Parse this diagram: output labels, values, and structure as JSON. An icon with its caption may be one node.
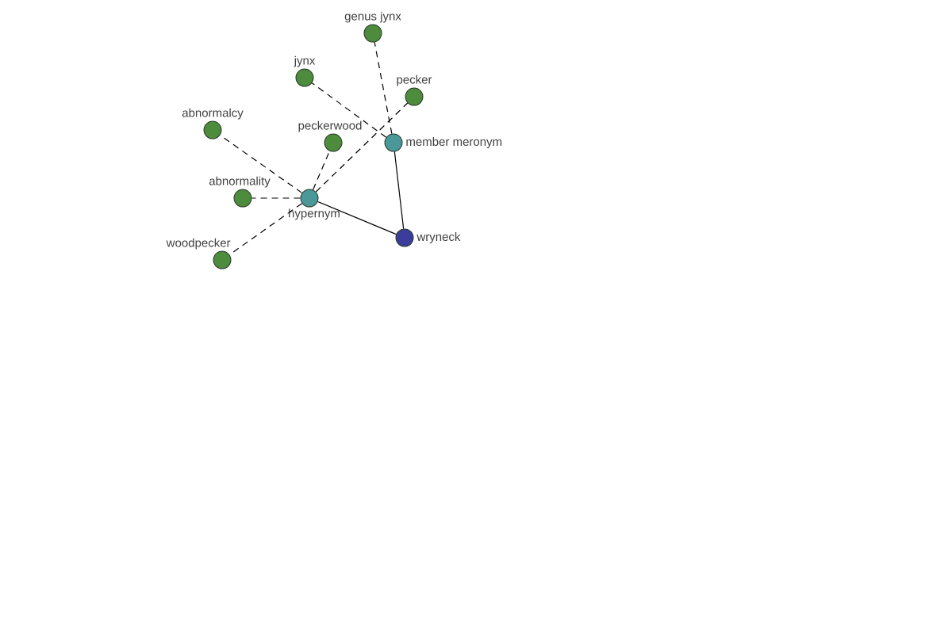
{
  "diagram": {
    "nodes": [
      {
        "text": [
          "genus jynx"
        ]
      },
      {
        "text": [
          "jynx"
        ]
      },
      {
        "text": [
          "pecker"
        ]
      },
      {
        "text": [
          "abnormalcy"
        ]
      },
      {
        "text": [
          "peckerwood"
        ]
      },
      {
        "text": [
          "member meronym"
        ]
      },
      {
        "text": [
          "abnormality"
        ]
      },
      {
        "text": [
          "hypernym"
        ]
      },
      {
        "text": [
          "woodpecker"
        ]
      },
      {
        "text": [
          "wryneck"
        ]
      }
    ],
    "edges": [
      {
        "from": 5,
        "to": 0,
        "arrow": "none",
        "style": "dashed"
      },
      {
        "from": 5,
        "to": 1,
        "arrow": "none",
        "style": "dashed"
      },
      {
        "from": 7,
        "to": 2,
        "arrow": "none",
        "style": "dashed"
      },
      {
        "from": 7,
        "to": 3,
        "arrow": "none",
        "style": "dashed"
      },
      {
        "from": 7,
        "to": 4,
        "arrow": "none",
        "style": "dashed"
      },
      {
        "from": 7,
        "to": 6,
        "arrow": "none",
        "style": "dashed"
      },
      {
        "from": 7,
        "to": 8,
        "arrow": "none",
        "style": "dashed"
      },
      {
        "from": 9,
        "to": 5,
        "arrow": "none"
      },
      {
        "from": 9,
        "to": 7,
        "arrow": "none"
      }
    ]
  }
}
